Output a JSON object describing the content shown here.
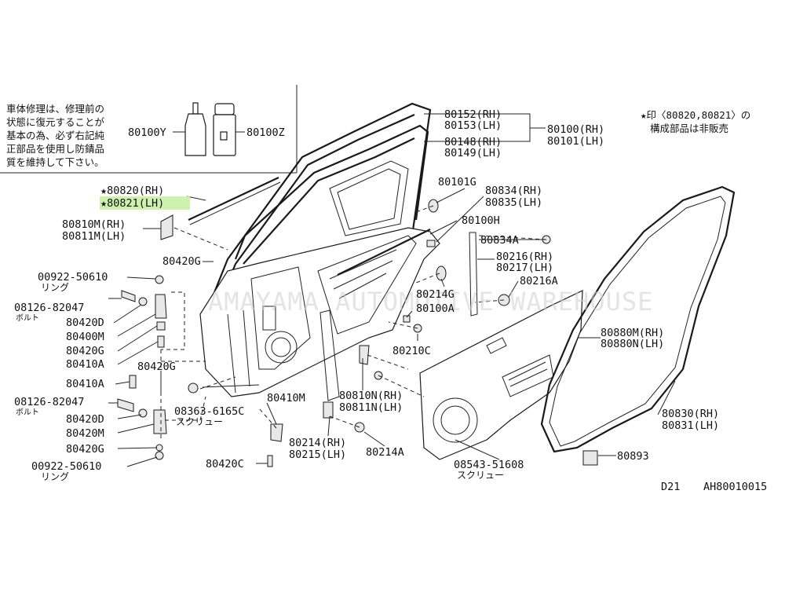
{
  "notes": {
    "repair_note": [
      "車体修理は、修理前の",
      "状態に復元することが",
      "基本の為、必ず右記純",
      "正部品を使用し防錆品",
      "質を維持して下さい。"
    ],
    "star_note": [
      "★印〈80820,80821〉の",
      "構成部品は非販売"
    ]
  },
  "watermark": "AMAYAMA AUTOMOTIVE WAREHOUSE",
  "footer": {
    "model": "D21",
    "code": "AH80010015"
  },
  "labels": {
    "p80100Y": "80100Y",
    "p80100Z": "80100Z",
    "p80152": "80152(RH)",
    "p80153": "80153(LH)",
    "p80148": "80148(RH)",
    "p80149": "80149(LH)",
    "p80100rh": "80100(RH)",
    "p80101lh": "80101(LH)",
    "p80820": "★80820(RH)",
    "p80821": "★80821(LH)",
    "p80101G": "80101G",
    "p80834": "80834(RH)",
    "p80835": "80835(LH)",
    "p80100H": "80100H",
    "p80810M": "80810M(RH)",
    "p80811M": "80811M(LH)",
    "p80834A": "80834A",
    "p80420G_a": "80420G",
    "p80216": "80216(RH)",
    "p80217": "80217(LH)",
    "p00922_a": "00922-50610",
    "ring_a": "リング",
    "p80216A": "80216A",
    "p08126_a": "08126-82047",
    "bolt_a": "ボルト",
    "p80214G": "80214G",
    "p80100A": "80100A",
    "p80420D_a": "80420D",
    "p80880M": "80880M(RH)",
    "p80880N": "80880N(LH)",
    "p80400M": "80400M",
    "p80420G_b": "80420G",
    "p80210C": "80210C",
    "p80410A_a": "80410A",
    "p80420G_c": "80420G",
    "p80410A_b": "80410A",
    "p80410M": "80410M",
    "p80810N": "80810N(RH)",
    "p80811N": "80811N(LH)",
    "p08126_b": "08126-82047",
    "bolt_b": "ボルト",
    "p08363": "08363-6165C",
    "screw_a": "スクリュー",
    "p80830": "80830(RH)",
    "p80831": "80831(LH)",
    "p80420D_b": "80420D",
    "p80420M": "80420M",
    "p80214": "80214(RH)",
    "p80215": "80215(LH)",
    "p80214A": "80214A",
    "p80420G_d": "80420G",
    "p80893": "80893",
    "p00922_b": "00922-50610",
    "ring_b": "リング",
    "p80420C": "80420C",
    "p08543": "08543-51608",
    "screw_b": "スクリュー"
  }
}
